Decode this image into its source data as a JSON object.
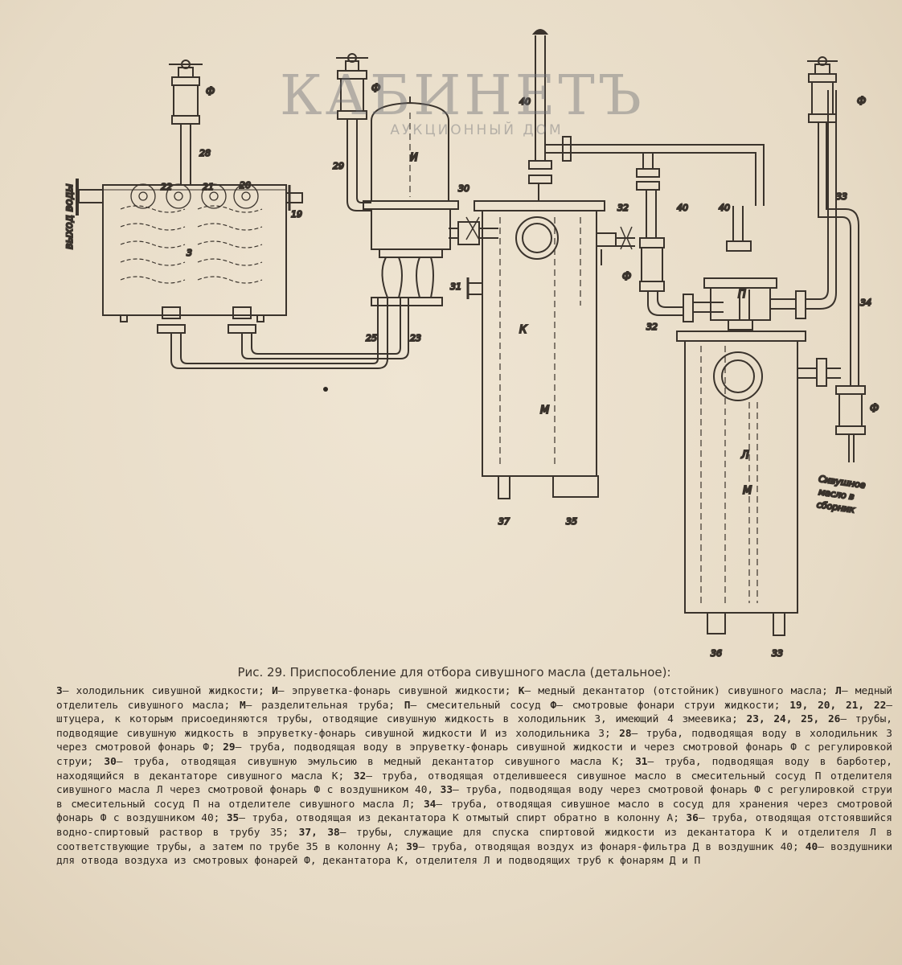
{
  "watermark": {
    "main": "КАБИНЕТЪ",
    "sub": "АУКЦИОННЫЙ ДОМ"
  },
  "figure": {
    "caption": "Рис. 29. Приспособление для отбора сивушного масла (детальное):",
    "legend": [
      {
        "tag": "3",
        "text": "— холодильник сивушной жидкости;"
      },
      {
        "tag": "И",
        "text": "— эпруветка-фонарь сивушной жидкости;"
      },
      {
        "tag": "К",
        "text": "— медный декантатор (отстойник) сивушного масла;"
      },
      {
        "tag": "Л",
        "text": "— медный отделитель сивушного масла;"
      },
      {
        "tag": "М",
        "text": "— разделительная труба;"
      },
      {
        "tag": "П",
        "text": "— смесительный сосуд"
      },
      {
        "tag": "Ф",
        "text": "— смотровые фонари струи жидкости;"
      },
      {
        "tag": "19, 20, 21, 22",
        "text": "— штуцера, к которым присоединяются трубы, отводящие сивушную жидкость в холодильник 3, имеющий 4 змеевика;"
      },
      {
        "tag": "23, 24, 25, 26",
        "text": "— трубы, подводящие сивушную жидкость в эпруветку-фонарь сивушной жидкости И из холодильника 3;"
      },
      {
        "tag": "28",
        "text": "— труба, подводящая воду в холодильник 3 через смотровой фонарь Ф;"
      },
      {
        "tag": "29",
        "text": "— труба, подводящая воду в эпруветку-фонарь сивушной жидкости и через смотровой фонарь Ф с регулировкой струи;"
      },
      {
        "tag": "30",
        "text": "— труба, отводящая сивушную эмульсию в медный декантатор сивушного масла К;"
      },
      {
        "tag": "31",
        "text": "— труба, подводящая воду в барботер, находящийся в декантаторе сивушного масла К;"
      },
      {
        "tag": "32",
        "text": "— труба, отводящая отделившееся сивушное масло в смесительный сосуд П отделителя сивушного масла Л через смотровой фонарь Ф с воздушником 40,"
      },
      {
        "tag": "33",
        "text": "— труба, подводящая воду через смотровой фонарь Ф с регулировкой струи в смесительный сосуд П на отделителе сивушного масла Л;"
      },
      {
        "tag": "34",
        "text": "— труба, отводящая сивушное масло в сосуд для хранения через смотровой фонарь Ф с воздушником 40;"
      },
      {
        "tag": "35",
        "text": "— труба, отводящая из декантатора К отмытый спирт обратно в колонну А;"
      },
      {
        "tag": "36",
        "text": "— труба, отводящая отстоявшийся водно-спиртовый раствор в трубу 35;"
      },
      {
        "tag": "37, 38",
        "text": "— трубы, служащие для спуска спиртовой жидкости из декантатора К и отделителя Л в соответствующие трубы, а затем по трубе 35 в колонну А;"
      },
      {
        "tag": "39",
        "text": "— труба, отводящая воздух из фонаря-фильтра Д в воздушник 40;"
      },
      {
        "tag": "40",
        "text": "— воздушники для отвода воздуха из смотровых фонарей Ф, декантатора К, отделителя Л и подводящих труб к фонарям Д и П"
      }
    ]
  },
  "labels": {
    "water_exit": "выход воды",
    "f1": "Ф",
    "f2": "Ф",
    "f3": "Ф",
    "f4": "Ф",
    "f5": "Ф",
    "p28": "28",
    "p29": "29",
    "p30": "30",
    "p31": "31",
    "p32a": "32",
    "p32b": "32",
    "p40a": "40",
    "p40b": "40",
    "p40c": "40",
    "p33": "33",
    "p34": "34",
    "n19": "19",
    "n20": "20",
    "n21": "21",
    "n22": "22",
    "n3": "3",
    "p25": "25",
    "p23": "23",
    "vI": "И",
    "vK": "К",
    "vM1": "М",
    "vP": "П",
    "vL": "Л",
    "vM2": "М",
    "p37": "37",
    "p35": "35",
    "p36": "36",
    "p38": "33",
    "out_line1": "Сивушное",
    "out_line2": "масло в",
    "out_line3": "сборник"
  }
}
